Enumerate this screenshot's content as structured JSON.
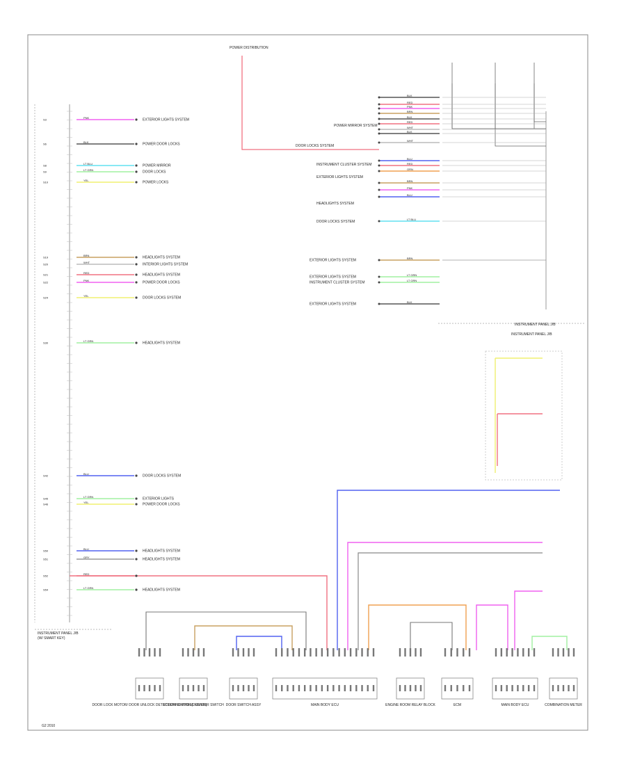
{
  "colors": {
    "pink": "#f060f0",
    "black": "#555555",
    "lightblue": "#60e0f0",
    "lightgreen": "#a0f0a0",
    "yellow": "#f0f070",
    "brown": "#c8a060",
    "white": "#bbbbbb",
    "red": "#f07080",
    "blue": "#5060f0",
    "orange": "#f0a050",
    "gray": "#999999"
  },
  "left_module": {
    "wires": [
      {
        "color": "pink",
        "label": "PNK",
        "dest": "EXTERIOR LIGHTS SYSTEM",
        "pin": "S3"
      },
      {
        "color": "black",
        "label": "BLK",
        "dest": "POWER DOOR LOCKS",
        "pin": "S6"
      },
      {
        "color": "lightblue",
        "label": "LT BLU",
        "dest": "POWER MIRROR",
        "pin": "S8"
      },
      {
        "color": "lightgreen",
        "label": "LT GRN",
        "dest": "DOOR LOCKS",
        "pin": "S9"
      },
      {
        "color": "yellow",
        "label": "YEL",
        "dest": "POWER LOCKS",
        "pin": "S10"
      },
      {
        "color": "brown",
        "label": "BRN",
        "dest": "HEADLIGHTS SYSTEM",
        "pin": "S19"
      },
      {
        "color": "white",
        "label": "WHT",
        "dest": "INTERIOR LIGHTS SYSTEM",
        "pin": "S20"
      },
      {
        "color": "red",
        "label": "RED",
        "dest": "HEADLIGHTS SYSTEM",
        "pin": "S21"
      },
      {
        "color": "pink",
        "label": "PNK",
        "dest": "POWER DOOR LOCKS",
        "pin": "S22"
      },
      {
        "color": "yellow",
        "label": "YEL",
        "dest": "DOOR LOCKS SYSTEM",
        "pin": "S24"
      },
      {
        "color": "lightgreen",
        "label": "LT GRN",
        "dest": "HEADLIGHTS SYSTEM",
        "pin": "S30"
      },
      {
        "color": "blue",
        "label": "BLU",
        "dest": "DOOR LOCKS SYSTEM",
        "pin": "S42"
      },
      {
        "color": "lightgreen",
        "label": "LT GRN",
        "dest": "EXTERIOR LIGHTS",
        "pin": "S45"
      },
      {
        "color": "yellow",
        "label": "YEL",
        "dest": "POWER DOOR LOCKS",
        "pin": "S46"
      },
      {
        "color": "blue",
        "label": "BLU",
        "dest": "HEADLIGHTS SYSTEM",
        "pin": "S50"
      },
      {
        "color": "gray",
        "label": "GRY",
        "dest": "HEADLIGHTS SYSTEM",
        "pin": "S51"
      },
      {
        "color": "red",
        "label": "RED",
        "dest": "",
        "pin": "S52"
      },
      {
        "color": "lightgreen",
        "label": "LT GRN",
        "dest": "HEADLIGHTS SYSTEM",
        "pin": "S54"
      }
    ]
  },
  "center_harness": {
    "wires": [
      {
        "color": "black",
        "label": "BLK"
      },
      {
        "color": "red",
        "label": "RED"
      },
      {
        "color": "pink",
        "label": "PNK"
      },
      {
        "color": "brown",
        "label": "BRN"
      },
      {
        "color": "black",
        "label": "BLK"
      },
      {
        "color": "red",
        "label": "RED"
      },
      {
        "color": "white",
        "label": "WHT"
      },
      {
        "color": "black",
        "label": "BLK"
      },
      {
        "color": "white",
        "label": "WHT"
      },
      {
        "color": "blue",
        "label": "BLU"
      },
      {
        "color": "red",
        "label": "RED"
      },
      {
        "color": "orange",
        "label": "ORN"
      },
      {
        "color": "brown",
        "label": "BRN"
      },
      {
        "color": "pink",
        "label": "PNK"
      },
      {
        "color": "blue",
        "label": "BLU"
      },
      {
        "color": "lightblue",
        "label": "LT BLU"
      }
    ],
    "dests": [
      "POWER MIRROR SYSTEM",
      "DOOR LOCKS SYSTEM",
      "INSTRUMENT CLUSTER SYSTEM",
      "EXTERIOR LIGHTS SYSTEM",
      "HEADLIGHTS SYSTEM",
      "DOOR LOCKS SYSTEM"
    ]
  },
  "center_harness_2": {
    "wires": [
      {
        "color": "brown",
        "label": "BRN",
        "dest": "EXTERIOR LIGHTS SYSTEM"
      },
      {
        "color": "lightgreen",
        "label": "LT GRN",
        "dest": "EXTERIOR LIGHTS SYSTEM"
      },
      {
        "color": "lightgreen",
        "label": "LT GRN",
        "dest": "INSTRUMENT CLUSTER SYSTEM"
      },
      {
        "color": "black",
        "label": "BLK",
        "dest": "EXTERIOR LIGHTS SYSTEM"
      }
    ]
  },
  "labels": {
    "left_module_name": "INSTRUMENT PANEL J/B",
    "left_module_sub": "(W/ SMART KEY)",
    "right_module_name": "INSTRUMENT PANEL J/B",
    "right_panel_name": "INSTRUMENT PANEL J/B",
    "power_distribution": "POWER DISTRIBUTION",
    "page_ref": "G2 2010",
    "bottom_components": [
      "DOOR LOCK MOTOR/ DOOR UNLOCK DETECTION SWITCH (DRIVER)",
      "STEERING WHEEL CENTER SWITCH",
      "DOOR SWITCH ASSY",
      "MAIN BODY ECU",
      "ENGINE ROOM RELAY BLOCK",
      "ECM",
      "MAIN BODY ECU",
      "COMBINATION METER"
    ]
  }
}
